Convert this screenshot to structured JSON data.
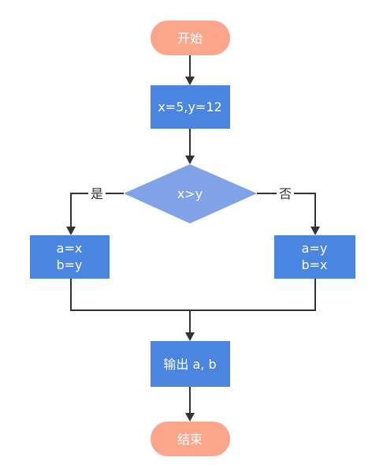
{
  "nodes": {
    "start": {
      "label": "开始"
    },
    "init": {
      "label": "x=5,y=12"
    },
    "decision": {
      "label": "x>y"
    },
    "assign_left": {
      "line1": "a=x",
      "line2": "b=y"
    },
    "assign_right": {
      "line1": "a=y",
      "line2": "b=x"
    },
    "output": {
      "label": "输出 a, b"
    },
    "end": {
      "label": "结束"
    }
  },
  "edges": {
    "yes_label": "是",
    "no_label": "否"
  },
  "colors": {
    "terminal": "#FBA68A",
    "process": "#4A85E0",
    "decision": "#7FA3E6",
    "connector": "#333333"
  }
}
